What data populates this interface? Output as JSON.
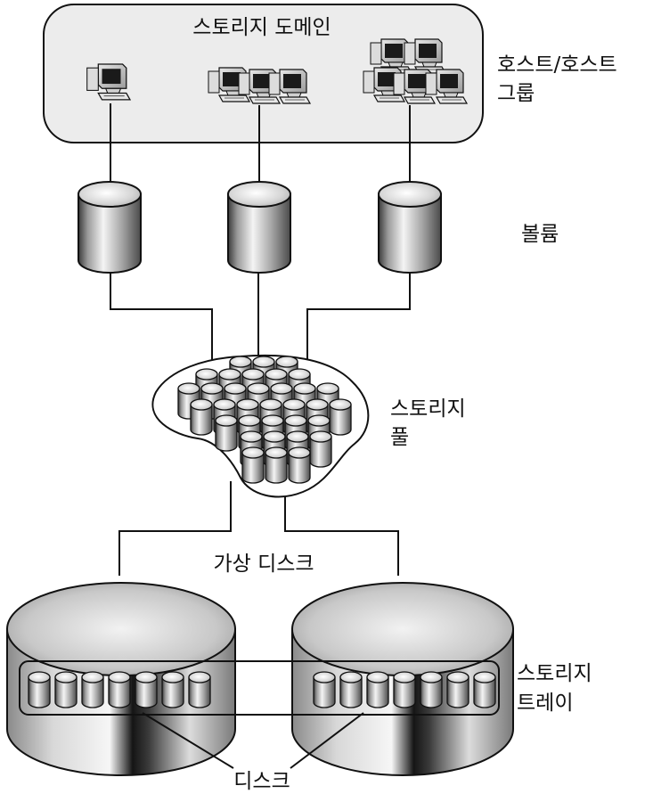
{
  "diagram": {
    "domain_label": "스토리지 도메인",
    "host_label_line1": "호스트/호스트",
    "host_label_line2": "그룹",
    "volume_label": "볼륨",
    "pool_label_line1": "스토리지",
    "pool_label_line2": "풀",
    "virtual_disk_label": "가상 디스크",
    "tray_label_line1": "스토리지",
    "tray_label_line2": "트레이",
    "disk_label": "디스크"
  },
  "colors": {
    "domain_fill": "#ececec",
    "outline": "#111111"
  },
  "icons": [
    "computer-icon",
    "volume-cylinder-icon",
    "disk-icon"
  ]
}
